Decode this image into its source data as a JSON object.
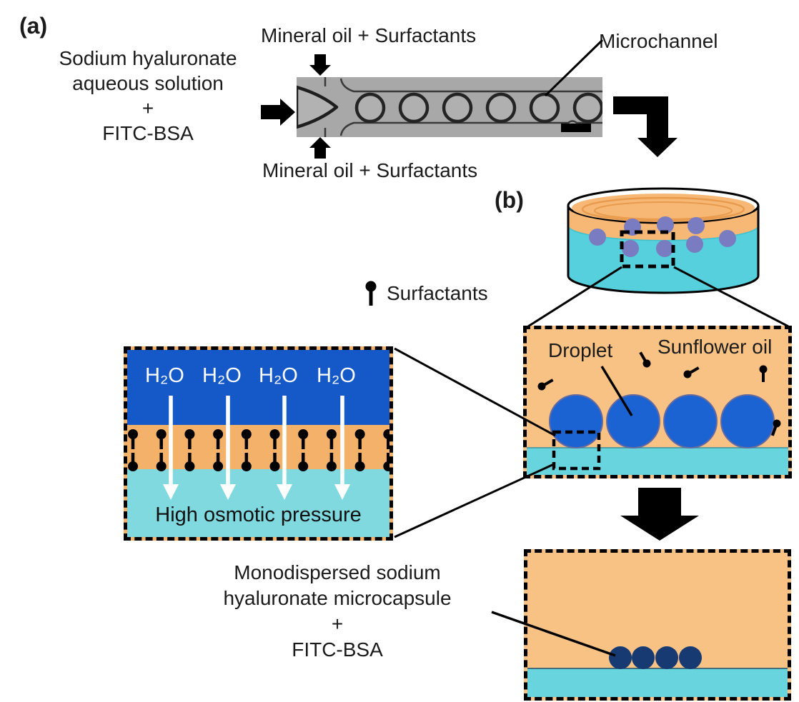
{
  "figure": {
    "panel_a_label": "(a)",
    "panel_b_label": "(b)"
  },
  "panel_a": {
    "inlet_lines": [
      "Sodium hyaluronate",
      "aqueous solution",
      "+",
      "FITC-BSA"
    ],
    "oil_top_label": "Mineral oil + Surfactants",
    "oil_bottom_label": "Mineral oil + Surfactants",
    "microchannel_label": "Microchannel"
  },
  "legend": {
    "surfactants_label": "Surfactants"
  },
  "osmosis_inset": {
    "h2o_label": "H₂O",
    "pressure_label": "High osmotic pressure"
  },
  "droplet_panel": {
    "droplet_label": "Droplet",
    "oil_label": "Sunflower oil"
  },
  "result_panel": {
    "caption_lines": [
      "Monodispersed sodium",
      "hyaluronate microcapsule",
      "+",
      "FITC-BSA"
    ]
  },
  "colors": {
    "oil_orange": "#F9C285",
    "oil_band_orange": "#F3B169",
    "dish_orange": "#F7B876",
    "dish_ring_orange": "#E89B4D",
    "water_blue": "#1559C9",
    "droplet_blue": "#1B63D2",
    "capsule_navy": "#173A73",
    "water_cyan_light": "#7FD9DF",
    "water_cyan": "#68D5DE",
    "dish_cyan": "#55D0DC",
    "dish_droplet_purple": "#797CC0",
    "micrograph_gray": "#A8A8A8"
  }
}
